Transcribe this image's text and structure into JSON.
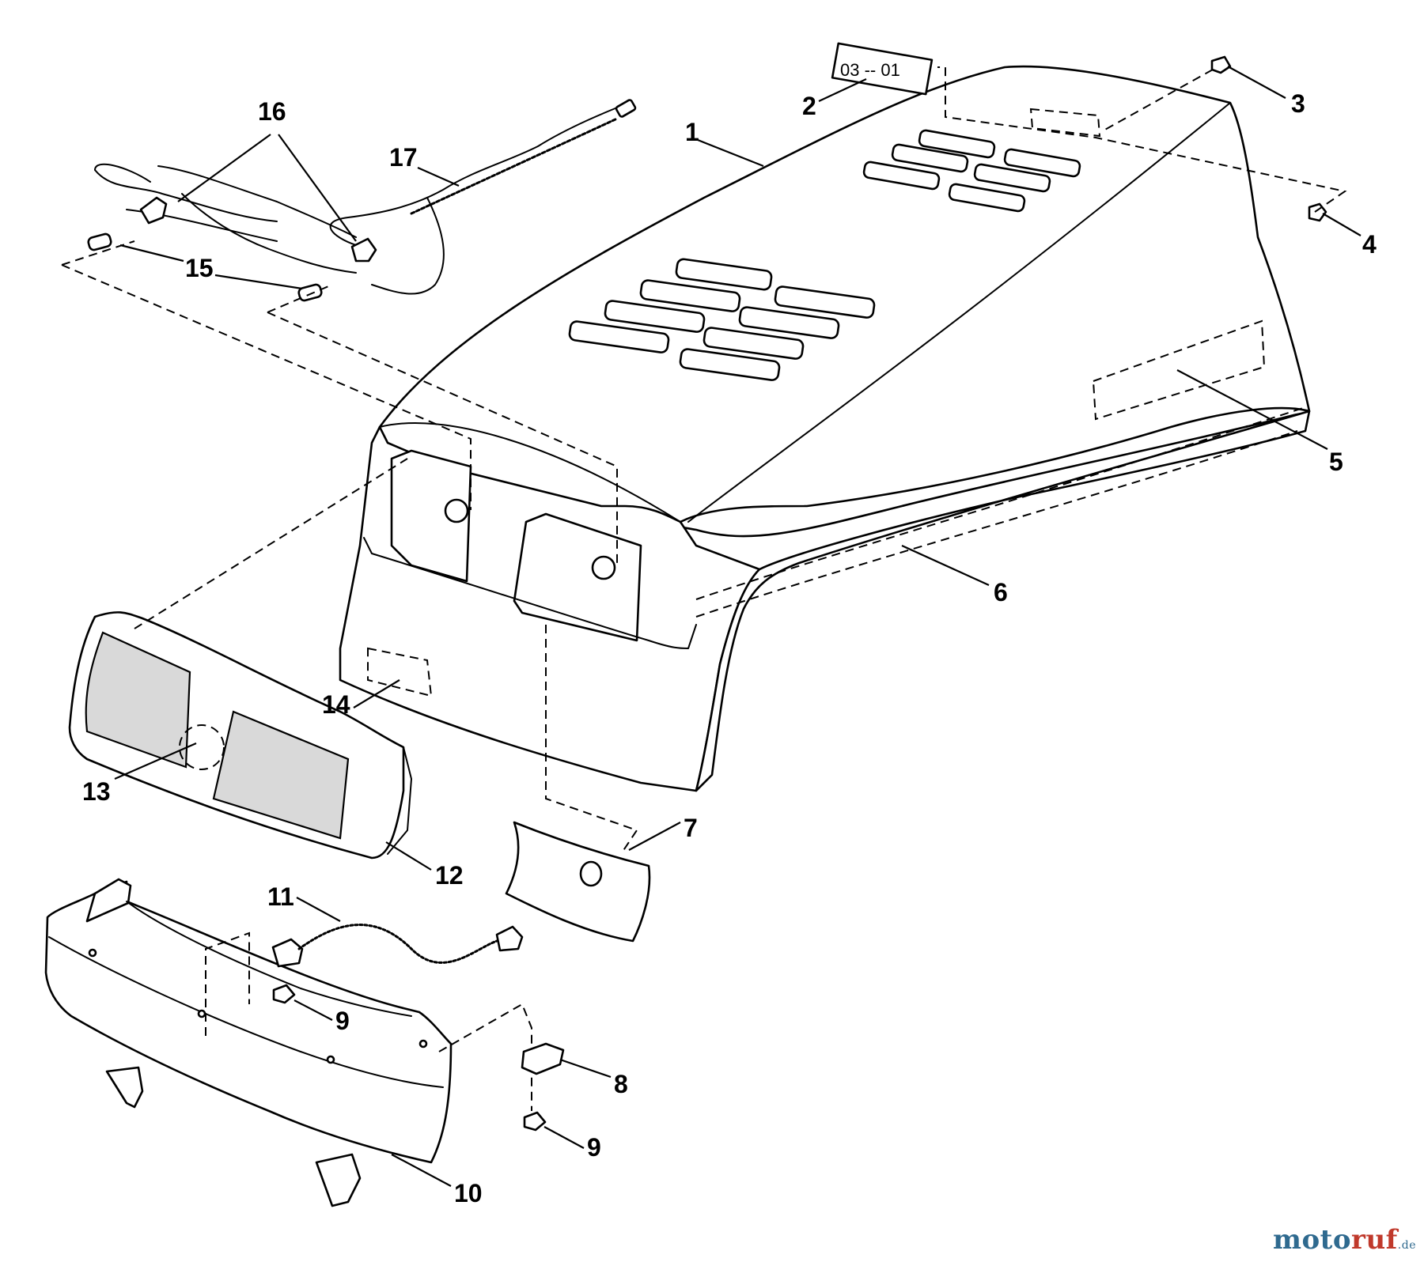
{
  "callouts": {
    "c1": "1",
    "c2": "2",
    "c3": "3",
    "c4": "4",
    "c5": "5",
    "c6": "6",
    "c7": "7",
    "c8": "8",
    "c9a": "9",
    "c9b": "9",
    "c10": "10",
    "c11": "11",
    "c12": "12",
    "c13": "13",
    "c14": "14",
    "c15": "15",
    "c16": "16",
    "c17": "17"
  },
  "decal_text": "03 -- 01",
  "watermark": {
    "brand_a": "moto",
    "brand_b": "ruf",
    "tld": ".de"
  },
  "colors": {
    "line": "#000000",
    "background": "#ffffff",
    "lens": "#d9d9d9",
    "watermark_blue": "#2f6a8f",
    "watermark_red": "#c0392b"
  }
}
